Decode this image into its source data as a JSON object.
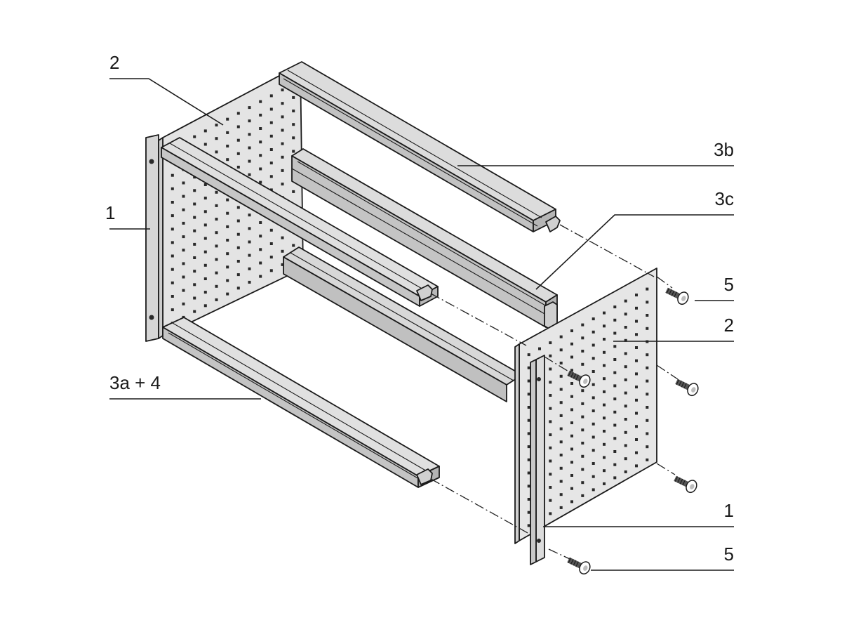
{
  "diagram": {
    "labels": {
      "side_panel_rear": "2",
      "rail_3b": "3b",
      "rail_3c": "3c",
      "front_panel_left": "1",
      "screw_top": "5",
      "side_panel_front": "2",
      "rail_3a_4": "3a + 4",
      "front_panel_right": "1",
      "screw_bottom": "5"
    },
    "colors": {
      "panel_face": "#e6e6e6",
      "panel_edge": "#cfcfcf",
      "rail_light": "#dedede",
      "rail_dark": "#bdbdbd",
      "line": "#1a1a1a"
    }
  }
}
